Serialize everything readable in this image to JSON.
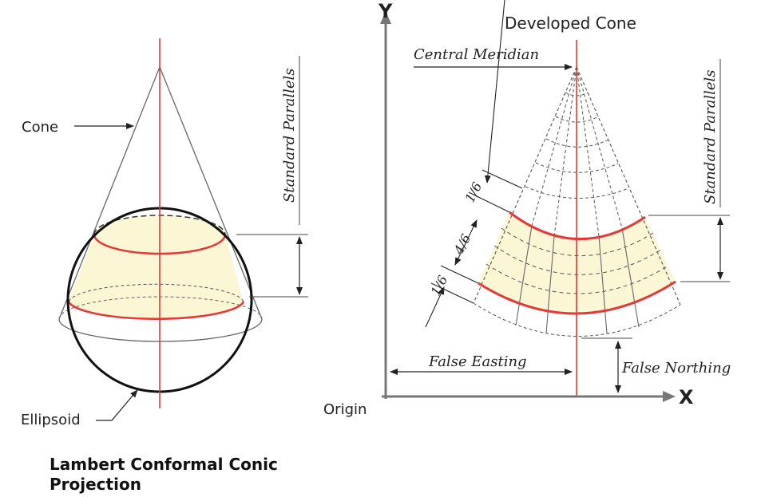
{
  "left_figure": {
    "cone_label": "Cone",
    "ellipsoid_label": "Ellipsoid",
    "standard_parallels_label": "Standard Parallels",
    "caption_line1": "Lambert Conformal Conic",
    "caption_line2": "Projection"
  },
  "right_figure": {
    "title": "Developed Cone",
    "y_axis_label": "Y",
    "x_axis_label": "X",
    "origin_label": "Origin",
    "central_meridian_label": "Central Meridian",
    "standard_parallels_label": "Standard Parallels",
    "false_easting_label": "False Easting",
    "false_northing_label": "False Northing",
    "fraction_top": "1/6",
    "fraction_middle": "4/6",
    "fraction_bottom": "1/6"
  },
  "colors": {
    "red": "#e23a3a",
    "fill": "#fbf6d4",
    "line": "#555555"
  }
}
